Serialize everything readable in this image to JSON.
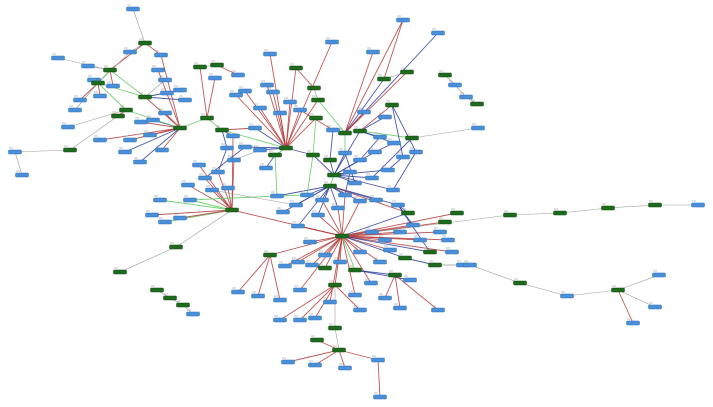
{
  "colors": {
    "background": "#ffffff",
    "protein_fill": "#4a90d9",
    "protein_stroke": "#2c6db5",
    "compound_fill": "#1e6b1e",
    "compound_stroke": "#0f4a0f",
    "edge_red": "#b33a3a",
    "edge_blue": "#2b3d9e",
    "edge_green": "#5fc95f",
    "edge_gray": "#8c8c8c"
  },
  "node_types": [
    "protein",
    "compound"
  ],
  "edge_types": [
    "red",
    "blue",
    "green",
    "gray"
  ]
}
